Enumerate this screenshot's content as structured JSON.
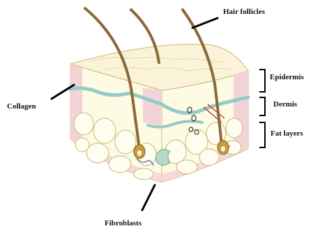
{
  "labels": {
    "hair_follicles": "Hair follicles",
    "epidermis": "Epidermis",
    "dermis": "Dermis",
    "fat_layers": "Fat layers",
    "collagen": "Collagen",
    "fibroblasts": "Fibroblasts"
  },
  "colors": {
    "epidermis_fill": "#fbf3d9",
    "dermis_fill": "#f4d3d8",
    "dermis_band": "#95cbc6",
    "fat_fill": "#fdfbe3",
    "fat_outline": "#c8b770",
    "hair": "#8c6a38",
    "follicle": "#c89b3e",
    "nerve": "#cc1f1f",
    "leader_line": "#000000"
  }
}
